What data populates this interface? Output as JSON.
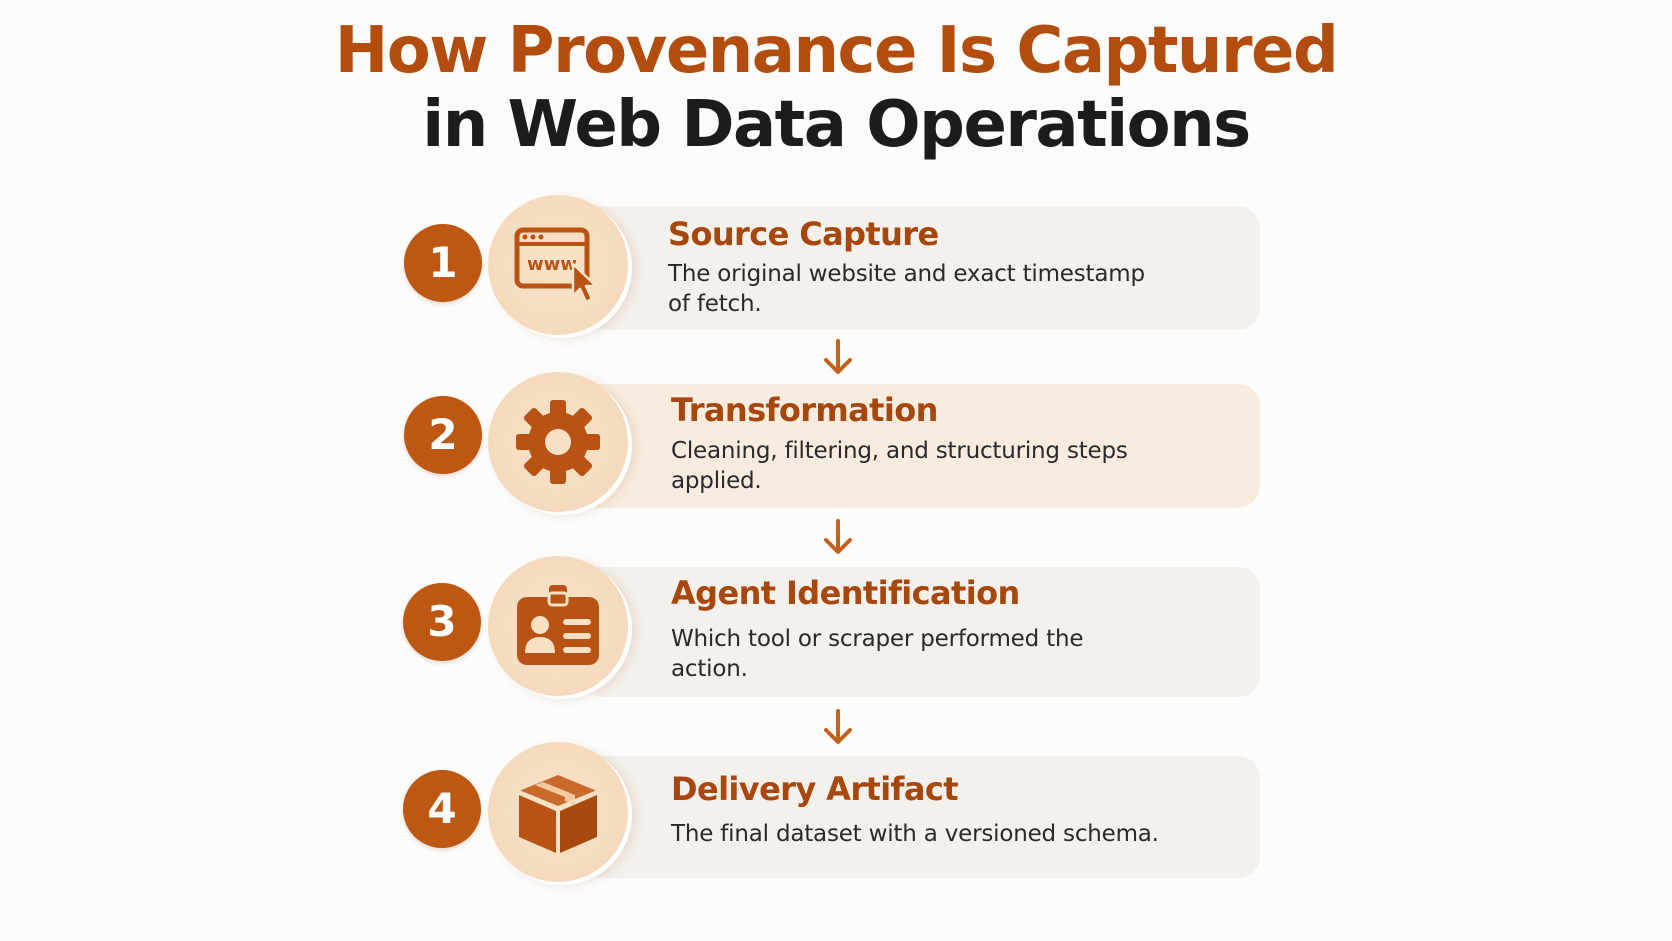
{
  "title": {
    "line1": "How Provenance Is Captured",
    "line2": "in Web Data Operations"
  },
  "colors": {
    "accent": "#bd5712",
    "title_accent": "#b34d0e",
    "heading": "#a8470c",
    "dark_text": "#1c1c1c",
    "panel_bg": "#f4f0eb",
    "panel_bg_highlight": "#f8ece0",
    "icon_disc": "#f6dcc0"
  },
  "steps": [
    {
      "number": "1",
      "icon": "browser-www-cursor-icon",
      "title": "Source Capture",
      "description": "The original website and exact timestamp of fetch."
    },
    {
      "number": "2",
      "icon": "gear-icon",
      "title": "Transformation",
      "description": "Cleaning, filtering, and structuring steps applied."
    },
    {
      "number": "3",
      "icon": "id-badge-icon",
      "title": "Agent Identification",
      "description": "Which tool or scraper performed the action."
    },
    {
      "number": "4",
      "icon": "package-box-icon",
      "title": "Delivery Artifact",
      "description": "The final dataset with a versioned schema."
    }
  ]
}
